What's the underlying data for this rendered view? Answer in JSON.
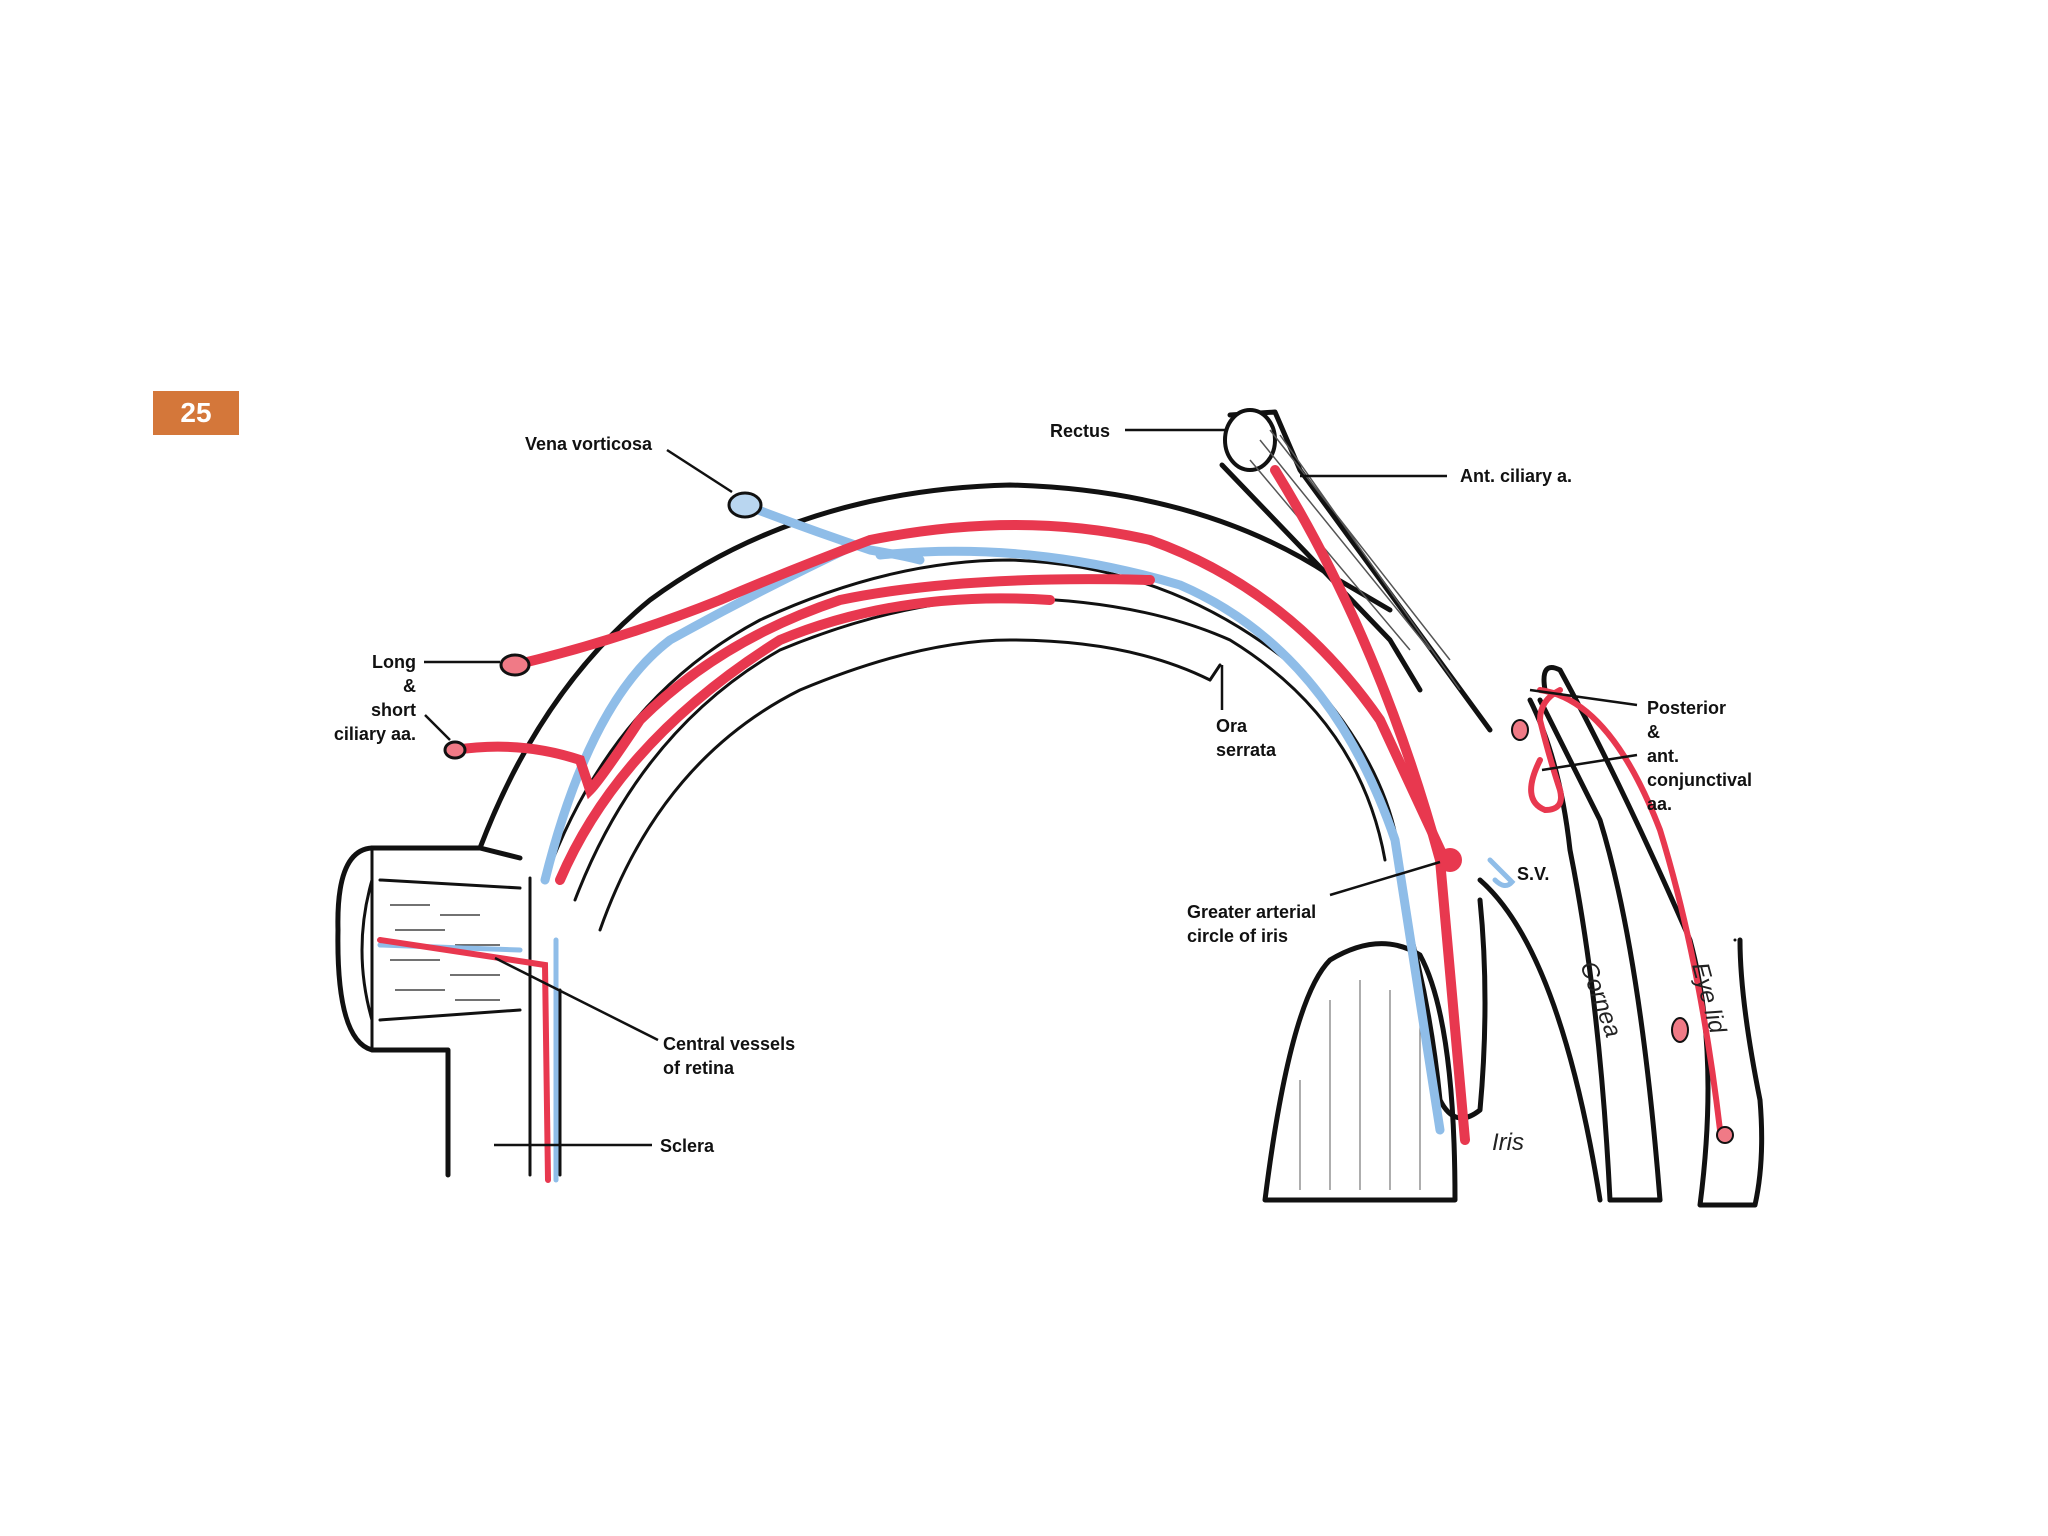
{
  "slide": {
    "number": "25",
    "accent": "#d4773a"
  },
  "colors": {
    "artery": "#e8384f",
    "vein": "#8fbde8",
    "outline": "#111111"
  },
  "labels": {
    "vena_vorticosa": "Vena vorticosa",
    "rectus": "Rectus",
    "ant_ciliary": "Ant. ciliary a.",
    "long_1": "Long",
    "long_2": "&",
    "long_3": "short",
    "long_4": "ciliary aa.",
    "ora_1": "Ora",
    "ora_2": "serrata",
    "posterior_1": "Posterior",
    "posterior_2": "&",
    "posterior_3": "ant.",
    "posterior_4": "conjunctival",
    "posterior_5": "aa.",
    "sv": "S.V.",
    "greater_1": "Greater arterial",
    "greater_2": "circle of iris",
    "central_1": "Central vessels",
    "central_2": "of retina",
    "sclera": "Sclera",
    "cornea": "Cornea",
    "iris": "Iris",
    "eyelid": "Eye lid"
  }
}
